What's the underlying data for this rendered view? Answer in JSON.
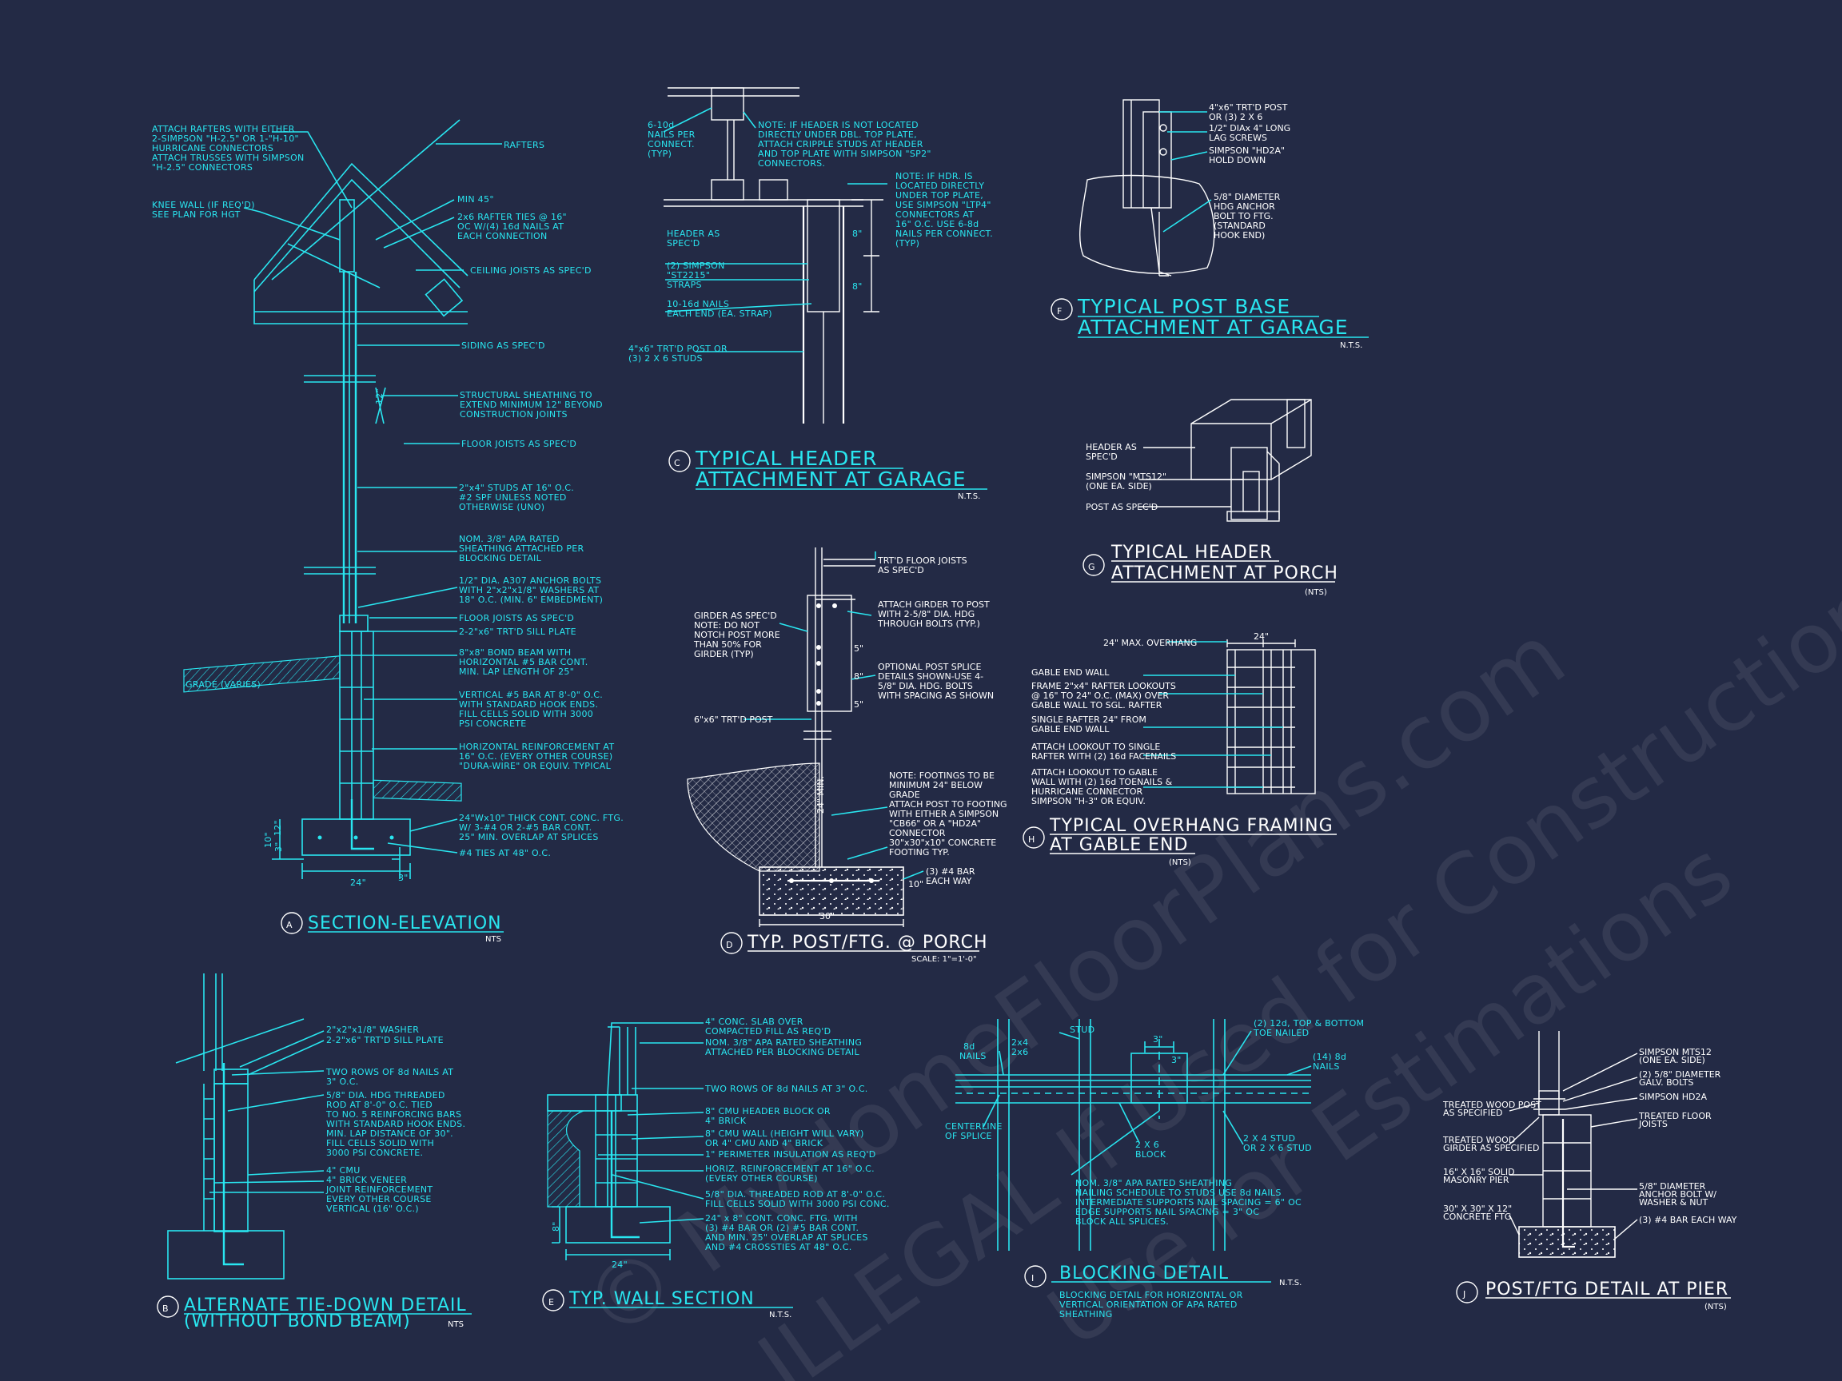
{
  "details": {
    "A": {
      "letter": "A",
      "title": "SECTION-ELEVATION",
      "scale": "NTS",
      "notes": [
        "ATTACH RAFTERS WITH EITHER",
        "2-SIMPSON \"H-2.5\" OR 1-\"H-10\"",
        "HURRICANE CONNECTORS",
        "ATTACH TRUSSES WITH SIMPSON",
        "\"H-2.5\" CONNECTORS",
        "KNEE WALL (IF REQ'D)",
        "SEE PLAN FOR HGT",
        "RAFTERS",
        "MIN 45°",
        "2x6 RAFTER TIES @ 16\"",
        "OC W/(4) 16d NAILS AT",
        "EACH CONNECTION",
        "CEILING JOISTS AS SPEC'D",
        "SIDING AS SPEC'D",
        "STRUCTURAL SHEATHING TO",
        "EXTEND MINIMUM 12\" BEYOND",
        "CONSTRUCTION JOINTS",
        "FLOOR JOISTS AS SPEC'D",
        "2\"x4\" STUDS AT 16\" O.C.",
        "#2 SPF UNLESS NOTED",
        "OTHERWISE (UNO)",
        "NOM. 3/8\" APA RATED",
        "SHEATHING ATTACHED PER",
        "BLOCKING DETAIL",
        "1/2\" DIA. A307 ANCHOR BOLTS",
        "WITH 2\"x2\"x1/8\" WASHERS AT",
        "18\" O.C. (MIN. 6\" EMBEDMENT)",
        "FLOOR JOISTS AS SPEC'D",
        "2-2\"x6\" TRT'D SILL PLATE",
        "8\"x8\" BOND BEAM WITH",
        "HORIZONTAL #5 BAR CONT.",
        "MIN. LAP LENGTH OF 25\"",
        "GRADE (VARIES)",
        "VERTICAL #5 BAR AT 8'-0\" O.C.",
        "WITH STANDARD HOOK ENDS.",
        "FILL CELLS SOLID WITH 3000",
        "PSI CONCRETE",
        "HORIZONTAL REINFORCEMENT AT",
        "16\" O.C. (EVERY OTHER COURSE)",
        "\"DURA-WIRE\" OR EQUIV. TYPICAL",
        "24\"Wx10\" THICK CONT. CONC. FTG.",
        "W/ 3-#4 OR 2-#5 BAR CONT.",
        "25\" MIN. OVERLAP AT SPLICES",
        "#4 TIES AT 48\" O.C."
      ],
      "dims": [
        "12\"",
        "24\"",
        "10\"",
        "3\"",
        "3\"",
        "12\""
      ]
    },
    "B": {
      "letter": "B",
      "title": "ALTERNATE TIE-DOWN DETAIL",
      "subtitle": "(WITHOUT BOND BEAM)",
      "scale": "NTS",
      "notes": [
        "2\"x2\"x1/8\" WASHER",
        "2-2\"x6\" TRT'D SILL PLATE",
        "TWO ROWS OF 8d NAILS AT",
        "3\" O.C.",
        "5/8\" DIA. HDG THREADED",
        "ROD AT 8'-0\" O.C. TIED",
        "TO NO. 5 REINFORCING BARS",
        "WITH STANDARD HOOK ENDS.",
        "MIN. LAP DISTANCE OF 30\".",
        "FILL CELLS SOLID WITH",
        "3000 PSI CONCRETE.",
        "4\" CMU",
        "4\" BRICK VENEER",
        "JOINT REINFORCEMENT",
        "EVERY OTHER COURSE",
        "VERTICAL (16\" O.C.)"
      ]
    },
    "C": {
      "letter": "C",
      "title_1": "TYPICAL HEADER",
      "title_2": "ATTACHMENT AT GARAGE",
      "scale": "N.T.S.",
      "notes": [
        "6-10d",
        "NAILS PER",
        "CONNECT.",
        "(TYP)",
        "NOTE: IF HEADER IS NOT LOCATED",
        "DIRECTLY UNDER DBL. TOP PLATE,",
        "ATTACH CRIPPLE STUDS AT HEADER",
        "AND TOP PLATE WITH SIMPSON \"SP2\"",
        "CONNECTORS.",
        "NOTE: IF HDR. IS",
        "LOCATED DIRECTLY",
        "UNDER TOP PLATE,",
        "USE SIMPSON \"LTP4\"",
        "CONNECTORS AT",
        "16\" O.C.  USE 6-8d",
        "NAILS PER CONNECT.",
        "(TYP)",
        "HEADER AS",
        "SPEC'D",
        "(2) SIMPSON",
        "\"ST2215\"",
        "STRAPS",
        "10-16d NAILS",
        "EACH END (EA. STRAP)",
        "4\"x6\" TRT'D POST OR",
        "(3) 2 X 6 STUDS"
      ],
      "dims": [
        "8\"",
        "8\""
      ]
    },
    "D": {
      "letter": "D",
      "title": "TYP. POST/FTG. @ PORCH",
      "scale": "SCALE: 1\"=1'-0\"",
      "notes": [
        "TRT'D FLOOR JOISTS",
        "AS SPEC'D",
        "GIRDER AS SPEC'D",
        "NOTE: DO NOT",
        "NOTCH POST MORE",
        "THAN 50% FOR",
        "GIRDER (TYP)",
        "ATTACH GIRDER TO POST",
        "WITH 2-5/8\" DIA. HDG",
        "THROUGH BOLTS (TYP.)",
        "OPTIONAL POST SPLICE",
        "DETAILS SHOWN-USE 4-",
        "5/8\" DIA. HDG. BOLTS",
        "WITH SPACING AS SHOWN",
        "6\"x6\" TRT'D POST",
        "NOTE: FOOTINGS TO BE",
        "MINIMUM 24\" BELOW",
        "GRADE",
        "ATTACH POST TO FOOTING",
        "WITH EITHER A SIMPSON",
        "\"CB66\" OR A \"HD2A\"",
        "CONNECTOR",
        "30\"x30\"x10\" CONCRETE",
        "FOOTING TYP.",
        "(3) #4 BAR",
        "EACH WAY"
      ],
      "dims": [
        "5\"",
        "8\"",
        "5\"",
        "24\" MIN.",
        "10\"",
        "30\""
      ]
    },
    "E": {
      "letter": "E",
      "title": "TYP. WALL SECTION",
      "scale": "N.T.S.",
      "notes": [
        "4\" CONC. SLAB OVER",
        "COMPACTED FILL AS REQ'D",
        "NOM. 3/8\" APA RATED SHEATHING",
        "ATTACHED PER BLOCKING DETAIL",
        "TWO ROWS OF 8d NAILS AT 3\" O.C.",
        "8\" CMU HEADER BLOCK OR",
        "4\" BRICK",
        "8\" CMU WALL (HEIGHT WILL VARY)",
        "OR 4\" CMU AND 4\" BRICK",
        "1\" PERIMETER INSULATION AS REQ'D",
        "HORIZ. REINFORCEMENT AT 16\" O.C.",
        "(EVERY OTHER COURSE)",
        "5/8\" DIA. THREADED ROD AT 8'-0\" O.C.",
        "FILL CELLS SOLID WITH 3000 PSI CONC.",
        "24\" x 8\" CONT. CONC. FTG. WITH",
        "(3) #4 BAR OR (2) #5 BAR CONT.",
        "AND MIN. 25\" OVERLAP AT SPLICES",
        "AND #4 CROSSTIES AT 48\" O.C."
      ],
      "dims": [
        "8\"",
        "24\""
      ]
    },
    "F": {
      "letter": "F",
      "title_1": "TYPICAL POST BASE",
      "title_2": "ATTACHMENT AT GARAGE",
      "scale": "N.T.S.",
      "notes": [
        "4\"x6\" TRT'D POST",
        "OR (3) 2 X 6",
        "1/2\" DIAx 4\" LONG",
        "LAG SCREWS",
        "SIMPSON \"HD2A\"",
        "HOLD DOWN",
        "5/8\" DIAMETER",
        "HDG ANCHOR",
        "BOLT TO FTG.",
        "(STANDARD",
        "HOOK END)"
      ]
    },
    "G": {
      "letter": "G",
      "title_1": "TYPICAL HEADER",
      "title_2": "ATTACHMENT AT PORCH",
      "scale": "(NTS)",
      "notes": [
        "HEADER AS",
        "SPEC'D",
        "SIMPSON \"MTS12\"",
        "(ONE EA. SIDE)",
        "POST AS SPEC'D"
      ]
    },
    "H": {
      "letter": "H",
      "title_1": "TYPICAL OVERHANG FRAMING",
      "title_2": "AT GABLE END",
      "scale": "(NTS)",
      "notes": [
        "24\" MAX. OVERHANG",
        "24\"",
        "GABLE END WALL",
        "FRAME 2\"x4\" RAFTER LOOKOUTS",
        "@ 16\" TO 24\" O.C. (MAX) OVER",
        "GABLE WALL TO SGL. RAFTER",
        "SINGLE RAFTER 24\" FROM",
        "GABLE END WALL",
        "ATTACH LOOKOUT TO SINGLE",
        "RAFTER WITH (2) 16d FACENAILS",
        "ATTACH LOOKOUT TO GABLE",
        "WALL WITH (2) 16d TOENAILS &",
        "HURRICANE CONNECTOR",
        "SIMPSON \"H-3\" OR EQUIV."
      ]
    },
    "I": {
      "letter": "I",
      "title": "BLOCKING DETAIL",
      "scale": "N.T.S.",
      "notes": [
        "8d",
        "NAILS",
        "2x4",
        "2x6",
        "STUD",
        "3\"",
        "3\"",
        "(2) 12d, TOP & BOTTOM",
        "TOE NAILED",
        "(14) 8d",
        "NAILS",
        "CENTERLINE",
        "OF SPLICE",
        "2 X 6",
        "BLOCK",
        "2 X 4 STUD",
        "OR 2 X 6 STUD",
        "NOM. 3/8\" APA RATED SHEATHING",
        "NAILING SCHEDULE TO STUDS USE 8d NAILS",
        "INTERMEDIATE SUPPORTS NAIL SPACING = 6\" OC",
        "EDGE SUPPORTS NAIL SPACING = 3\" OC",
        "BLOCK ALL SPLICES."
      ],
      "caption": [
        "BLOCKING DETAIL FOR HORIZONTAL OR",
        "VERTICAL ORIENTATION OF APA RATED",
        "SHEATHING"
      ]
    },
    "J": {
      "letter": "J",
      "title": "POST/FTG DETAIL AT PIER",
      "scale": "(NTS)",
      "notes": [
        "SIMPSON MTS12",
        "(ONE EA. SIDE)",
        "(2) 5/8\" DIAMETER",
        "GALV. BOLTS",
        "SIMPSON HD2A",
        "TREATED FLOOR",
        "JOISTS",
        "TREATED WOOD POST",
        "AS SPECIFIED",
        "TREATED WOOD",
        "GIRDER AS SPECIFIED",
        "16\" X 16\" SOLID",
        "MASONRY PIER",
        "5/8\" DIAMETER",
        "ANCHOR BOLT W/",
        "WASHER & NUT",
        "30\" X 30\" X 12\"",
        "CONCRETE FTG",
        "(3) #4 BAR EACH WAY"
      ]
    }
  },
  "watermark": {
    "line_1": "© MyHomeFloorPlans.com",
    "line_2": "ILLEGAL If Used for Construction",
    "line_3": "Use for Estimations"
  },
  "colors": {
    "background": "#232a45",
    "linework": "#29e6f0",
    "accent": "#ffffff"
  }
}
